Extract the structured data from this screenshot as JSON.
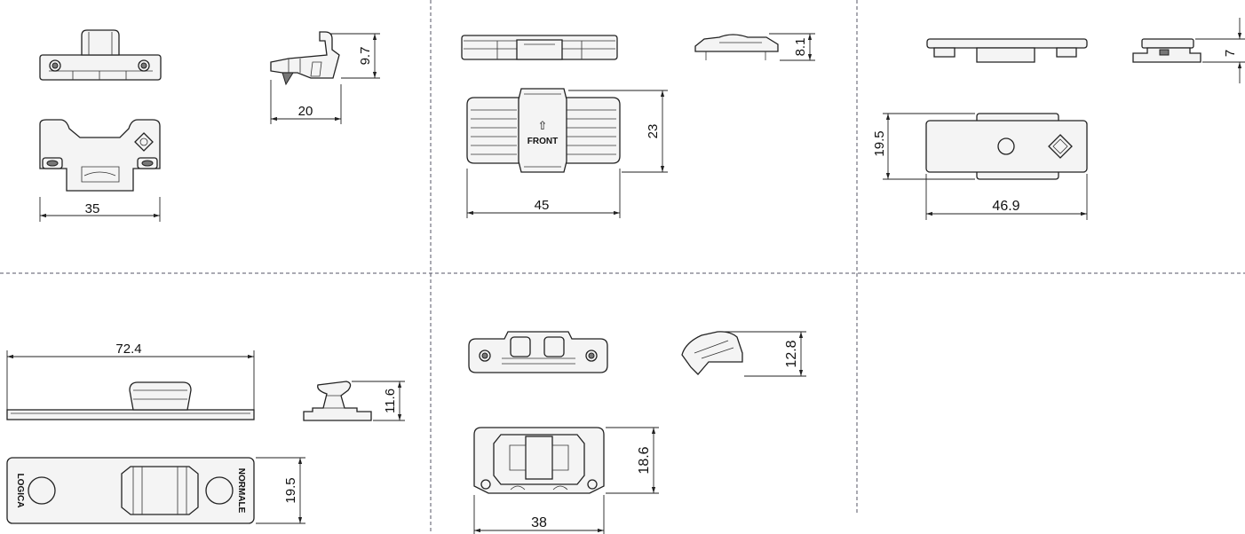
{
  "drawings": [
    {
      "dimensions": [
        "35",
        "20",
        "9.7"
      ]
    },
    {
      "dimensions": [
        "45",
        "23",
        "8.1"
      ],
      "label": "FRONT",
      "arrow": "⇧"
    },
    {
      "dimensions": [
        "46.9",
        "19.5",
        "7"
      ]
    },
    {
      "dimensions": [
        "72.4",
        "11.6",
        "19.5"
      ],
      "labels": [
        "LOGICA",
        "NORMALE"
      ]
    },
    {
      "dimensions": [
        "38",
        "18.6",
        "12.8"
      ]
    }
  ]
}
